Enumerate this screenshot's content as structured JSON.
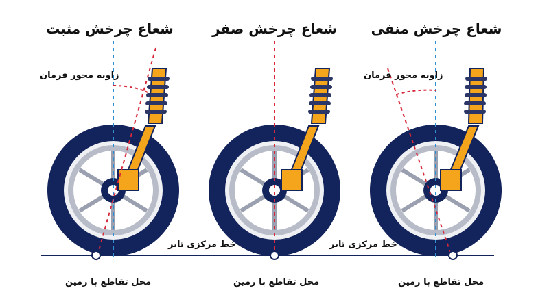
{
  "panels": [
    {
      "title": "شعاع چرخش مثبت",
      "steering_axis_label": "زاویه محور فرمان",
      "center_line_label": "خط مرکزی تایر",
      "contact_label": "محل تقاطع با زمین"
    },
    {
      "title": "شعاع چرخش صفر",
      "contact_label": "محل تقاطع با زمین"
    },
    {
      "title": "شعاع چرخش منفی",
      "steering_axis_label": "زاویه محور فرمان",
      "center_line_label": "خط مرکزی تایر",
      "contact_label": "محل تقاطع با زمین"
    }
  ],
  "colors": {
    "tire": "#13235b",
    "rim": "#b8bcc8",
    "strut": "#f4a51c",
    "spring": "#2b3566",
    "center_line": "#2f8fd0",
    "axis_line": "#d8283a",
    "ground": "#13235b"
  }
}
